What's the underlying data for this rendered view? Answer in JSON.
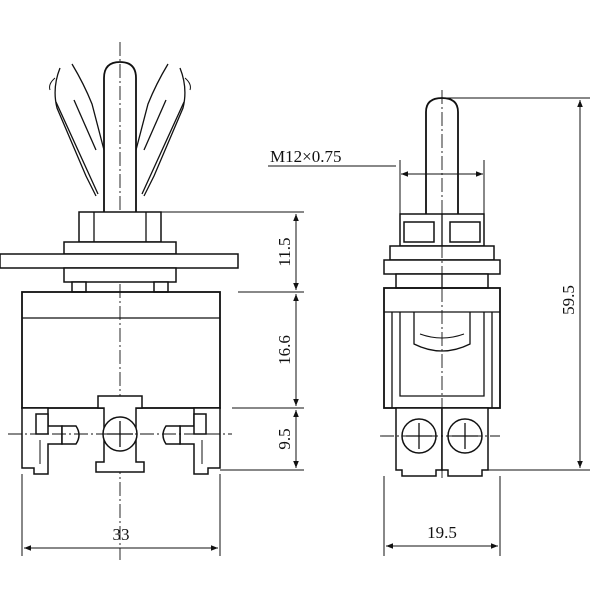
{
  "dimensions": {
    "upper_height": "11.5",
    "body_height": "16.6",
    "terminal_height": "9.5",
    "total_width": "33",
    "total_height": "59.5",
    "side_width": "19.5",
    "thread": "M12×0.75"
  }
}
